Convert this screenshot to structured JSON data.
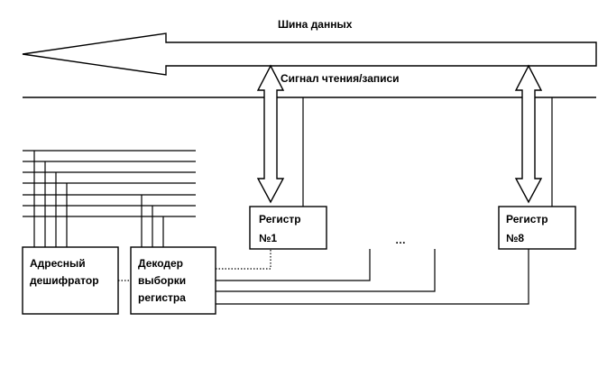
{
  "labels": {
    "data_bus": "Шина данных",
    "rw_signal": "Сигнал чтения/записи",
    "register_1_line1": "Регистр",
    "register_1_line2": "№1",
    "register_8_line1": "Регистр",
    "register_8_line2": "№8",
    "ellipsis": "…",
    "addr_dec_line1": "Адресный",
    "addr_dec_line2": "дешифратор",
    "reg_dec_line1": "Декодер",
    "reg_dec_line2": "выборки",
    "reg_dec_line3": "регистра"
  }
}
